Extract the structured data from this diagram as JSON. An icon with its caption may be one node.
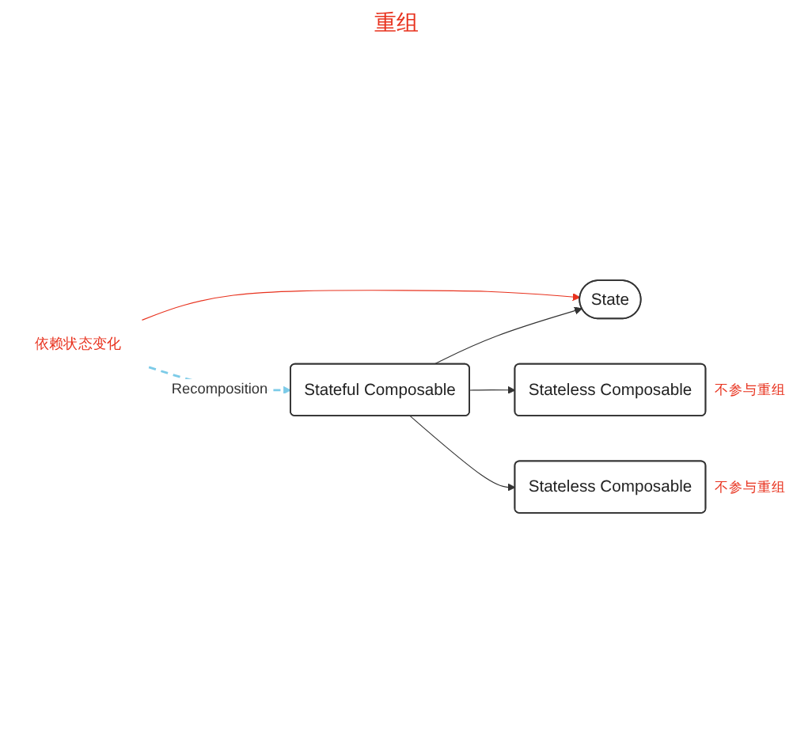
{
  "diagram": {
    "nodes": [
      {
        "text": [
          "Stateful Composable"
        ]
      },
      {
        "text": [
          "State"
        ]
      },
      {
        "text": [
          "Stateless Composable"
        ],
        "beside": [
          "不参与重组"
        ]
      },
      {
        "text": [
          "Stateless Composable"
        ],
        "beside": [
          "不参与重组"
        ]
      },
      {
        "text": [
          "依赖状态变化"
        ]
      }
    ],
    "edges": [
      {
        "from": 0,
        "to": 1,
        "arrow": "to"
      },
      {
        "from": 0,
        "to": 2,
        "arrow": "to"
      },
      {
        "from": 0,
        "to": 3,
        "arrow": "to"
      },
      {
        "from": 4,
        "to": 1,
        "arrow": "to",
        "color": "#e8321e"
      },
      {
        "from": 4,
        "to": 0,
        "arrow": "to",
        "label": "Recomposition",
        "style": "dashed",
        "color": "#7ccbe8"
      }
    ],
    "labels": [
      "重组"
    ]
  }
}
